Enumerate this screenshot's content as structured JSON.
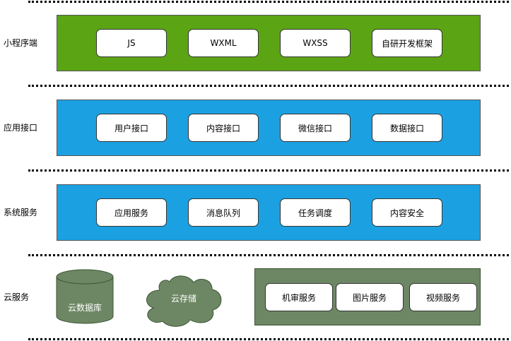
{
  "rows": [
    {
      "label": "小程序端",
      "items": [
        "JS",
        "WXML",
        "WXSS",
        "自研开发框架"
      ]
    },
    {
      "label": "应用接口",
      "items": [
        "用户接口",
        "内容接口",
        "微信接口",
        "数据接口"
      ]
    },
    {
      "label": "系统服务",
      "items": [
        "应用服务",
        "消息队列",
        "任务调度",
        "内容安全"
      ]
    },
    {
      "label": "云服务",
      "database": "云数据库",
      "storage": "云存储",
      "items": [
        "机审服务",
        "图片服务",
        "视频服务"
      ]
    }
  ],
  "colors": {
    "mini_program_band": "#5ba414",
    "interface_band": "#1ba1e2",
    "service_band": "#1ba1e2",
    "cloud_shapes": "#6d8764"
  }
}
